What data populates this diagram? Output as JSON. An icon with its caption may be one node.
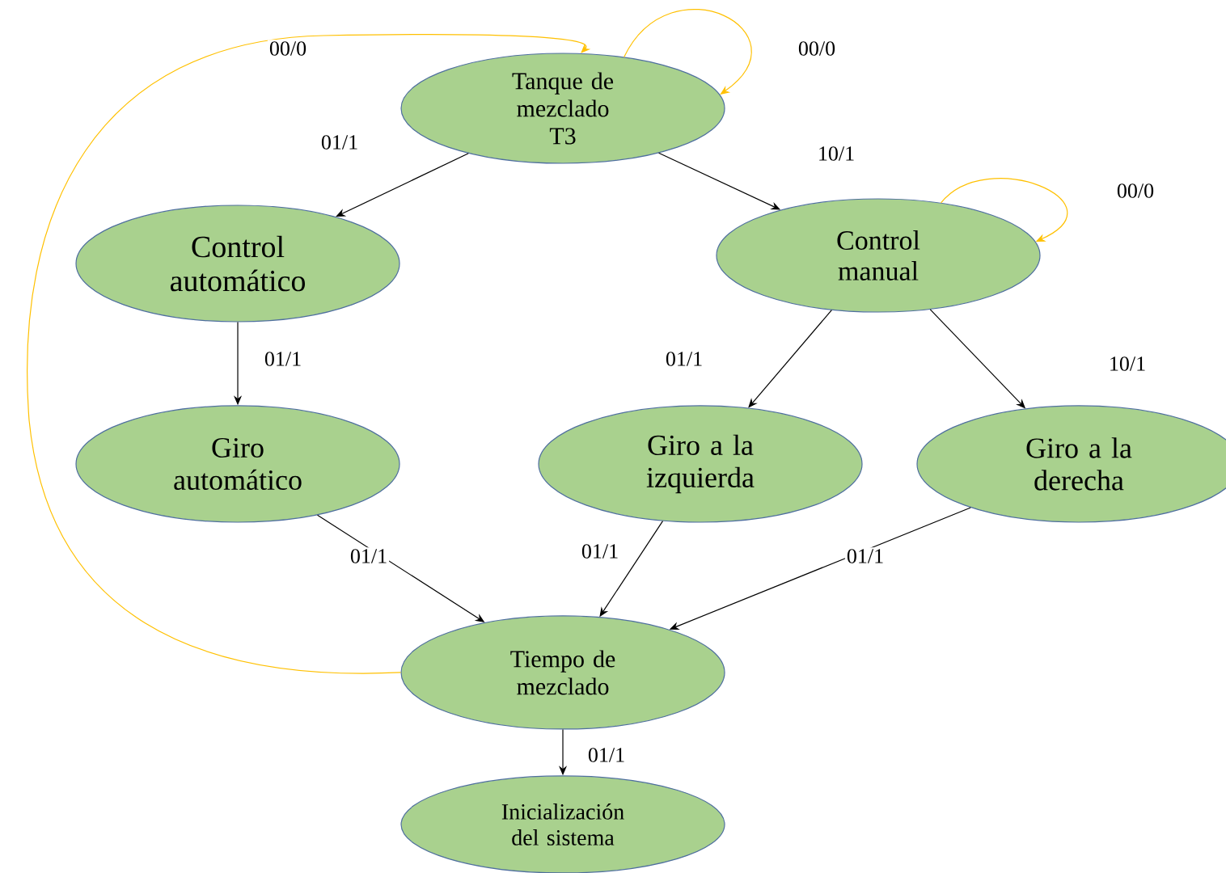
{
  "diagram": {
    "nodes": [
      {
        "text": [
          "Tanque de mezclado T3"
        ]
      },
      {
        "text": [
          "Control automático"
        ]
      },
      {
        "text": [
          "Control manual"
        ]
      },
      {
        "text": [
          "Giro automático"
        ]
      },
      {
        "text": [
          "Giro a la izquierda"
        ]
      },
      {
        "text": [
          "Giro a la derecha"
        ]
      },
      {
        "text": [
          "Tiempo de mezclado"
        ]
      },
      {
        "text": [
          "Inicialización del sistema"
        ]
      }
    ],
    "edges": [
      {
        "from": 0,
        "to": 0,
        "arrow": "to",
        "label": "00/0",
        "color": "#ffc000"
      },
      {
        "from": 0,
        "to": 1,
        "arrow": "to",
        "label": "01/1"
      },
      {
        "from": 0,
        "to": 2,
        "arrow": "to",
        "label": "10/1"
      },
      {
        "from": 2,
        "to": 2,
        "arrow": "to",
        "label": "00/0",
        "color": "#ffc000"
      },
      {
        "from": 1,
        "to": 3,
        "arrow": "to",
        "label": "01/1"
      },
      {
        "from": 2,
        "to": 4,
        "arrow": "to",
        "label": "01/1"
      },
      {
        "from": 2,
        "to": 5,
        "arrow": "to",
        "label": "10/1"
      },
      {
        "from": 3,
        "to": 6,
        "arrow": "to",
        "label": "01/1"
      },
      {
        "from": 4,
        "to": 6,
        "arrow": "to",
        "label": "01/1"
      },
      {
        "from": 5,
        "to": 6,
        "arrow": "to",
        "label": "01/1"
      },
      {
        "from": 6,
        "to": 0,
        "arrow": "to",
        "label": "00/0",
        "color": "#ffc000"
      },
      {
        "from": 6,
        "to": 7,
        "arrow": "to",
        "label": "01/1"
      }
    ]
  }
}
